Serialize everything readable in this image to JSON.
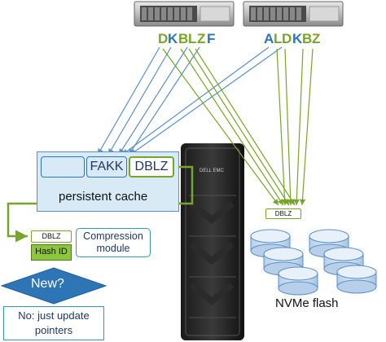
{
  "servers": [
    {
      "letters": [
        "D",
        "K",
        "B",
        "L",
        "Z",
        "F"
      ]
    },
    {
      "letters": [
        "A",
        "L",
        "D",
        "K",
        "B",
        "Z"
      ]
    }
  ],
  "cache": {
    "slots": [
      "",
      "FAKK",
      "DBLZ"
    ],
    "label": "persistent cache"
  },
  "pipeline": {
    "small_block": "DBLZ",
    "hash_label": "Hash ID",
    "compression_label": "Compression module",
    "decision_label": "New?",
    "result_label": "No: just update pointers"
  },
  "storage": {
    "tag": "DBLZ",
    "label": "NVMe flash",
    "brand": "DELL EMC"
  },
  "colors": {
    "blue": "#2e75b6",
    "teal": "#1f8a9c",
    "green": "#77a52a",
    "light_blue_fill": "#d9eaf7",
    "hash_fill": "#8cc63f",
    "decision_fill": "#2e75b6"
  }
}
